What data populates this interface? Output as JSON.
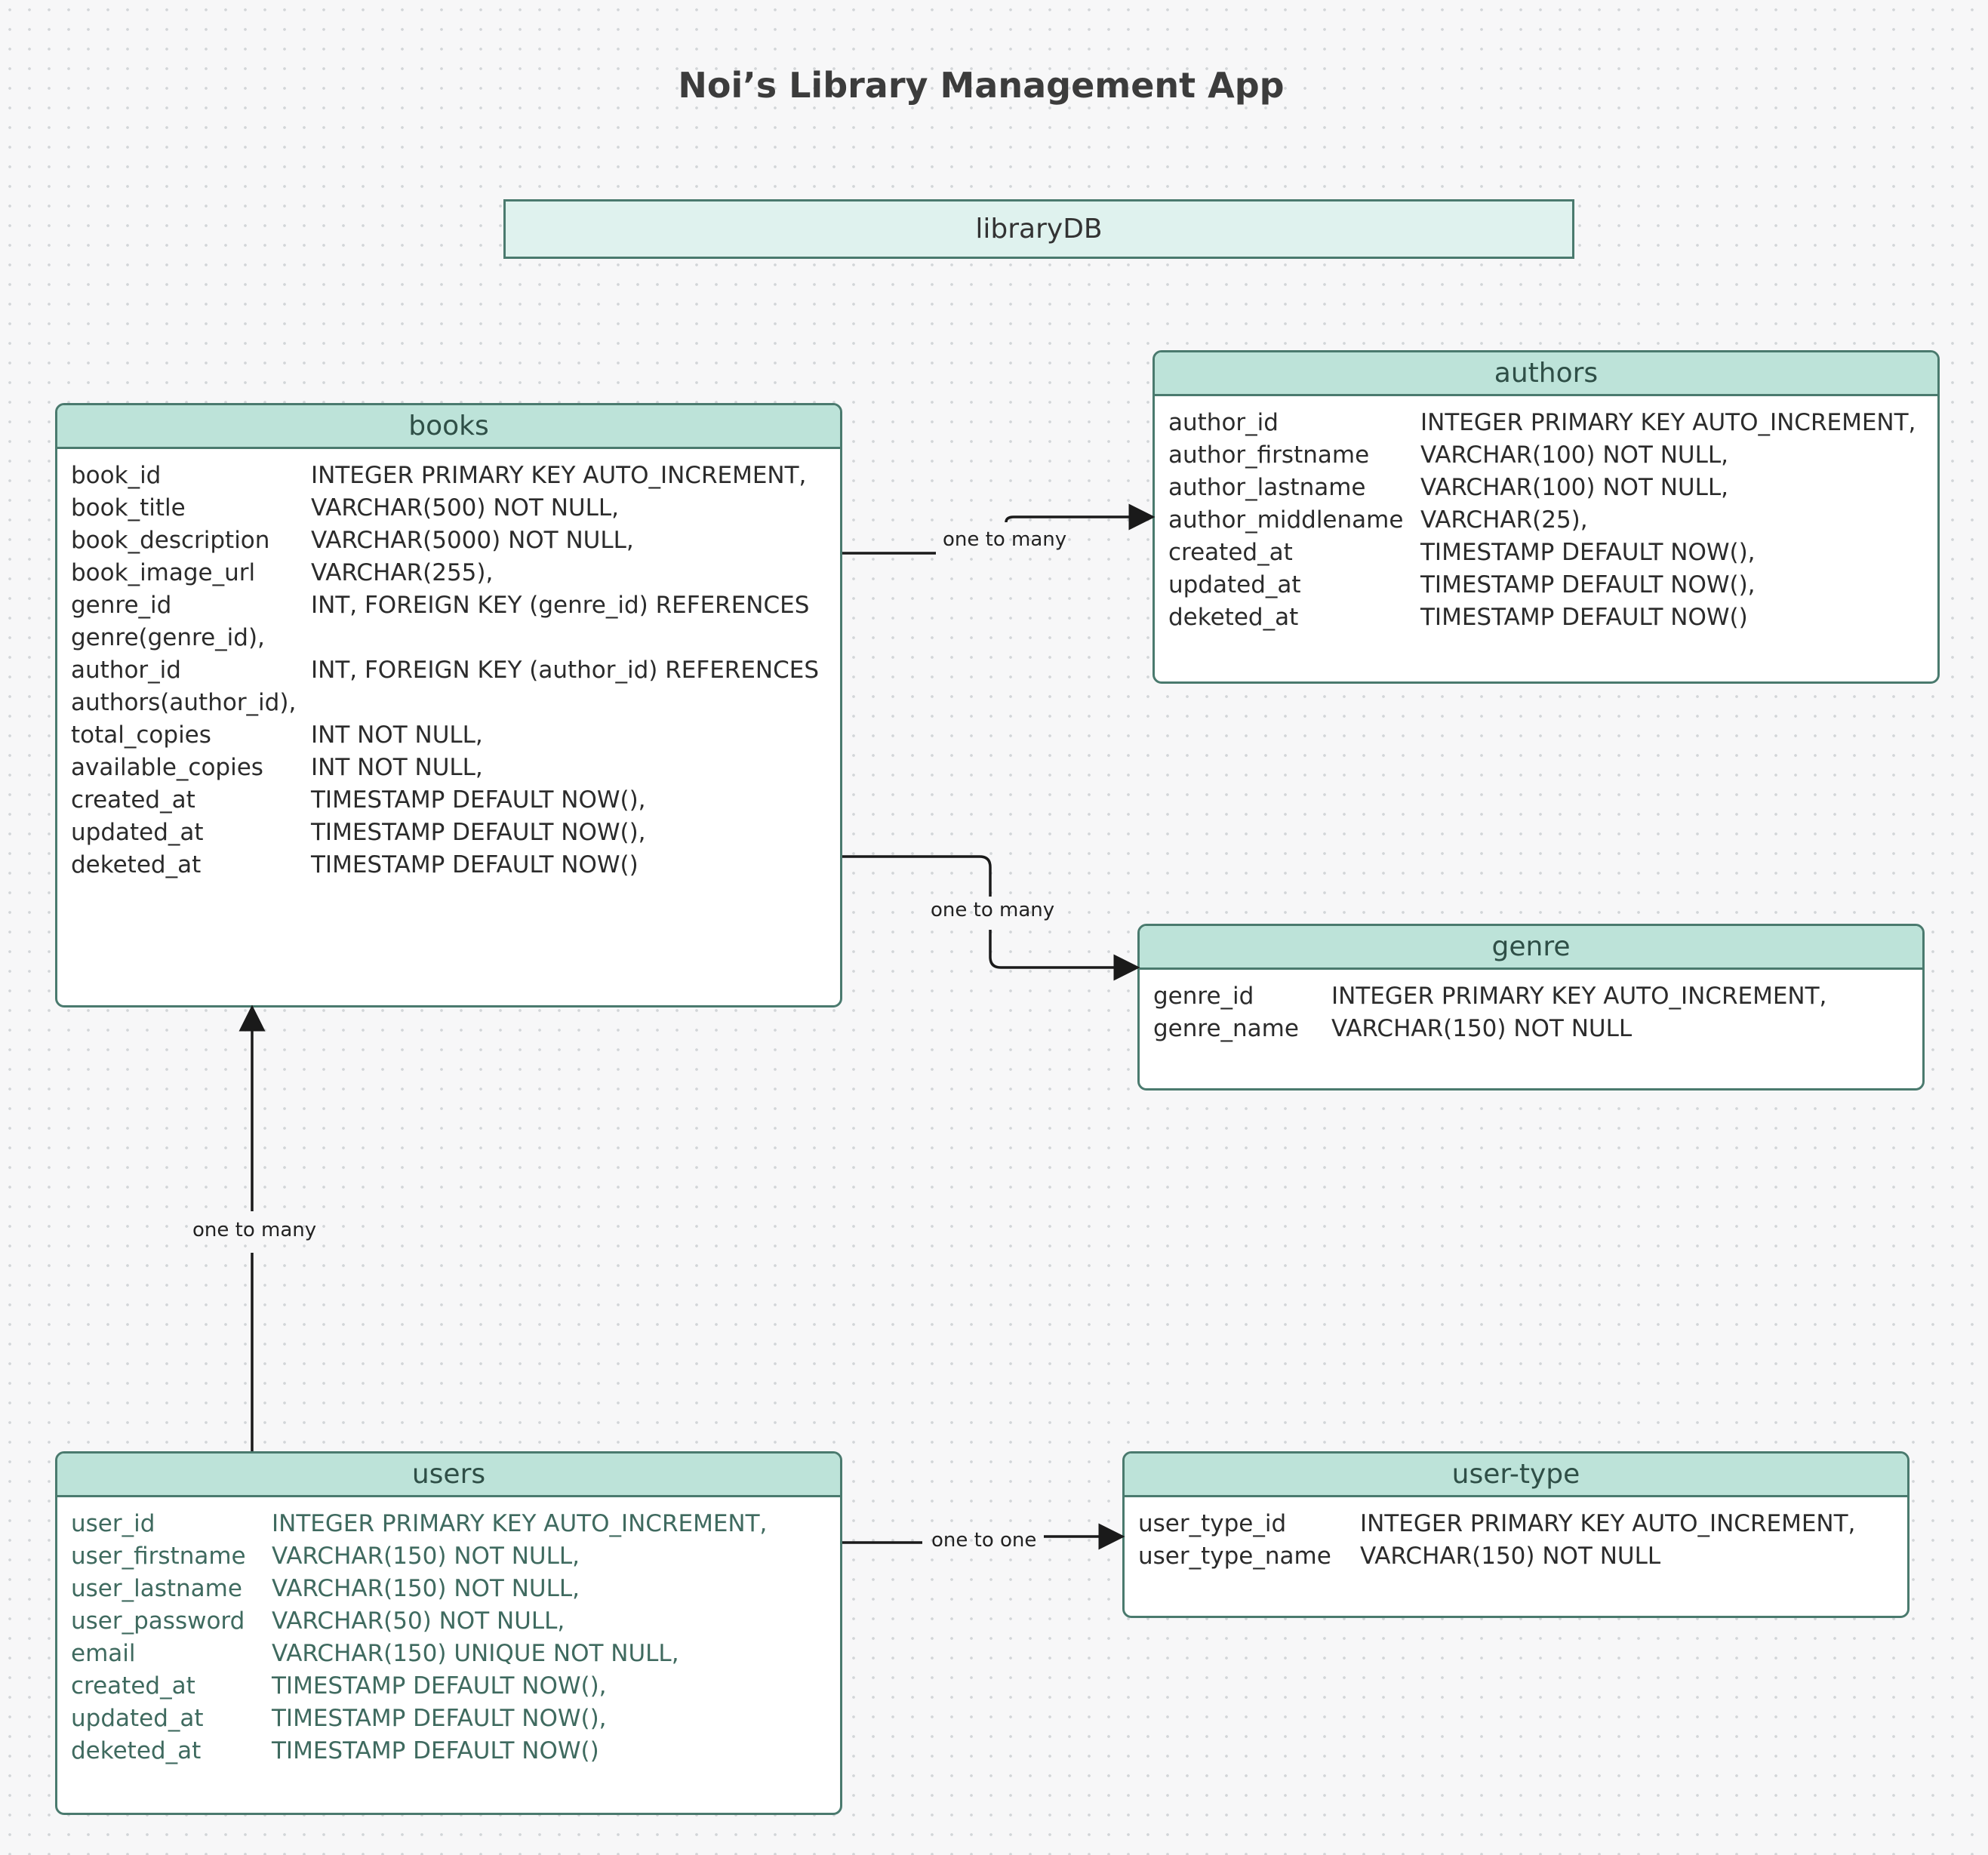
{
  "title": "Noi’s Library Management App",
  "database": {
    "name": "libraryDB"
  },
  "tables": {
    "books": {
      "name": "books",
      "fields": [
        {
          "name": "book_id",
          "def": "INTEGER PRIMARY KEY AUTO_INCREMENT,"
        },
        {
          "name": "book_title",
          "def": "VARCHAR(500) NOT NULL,"
        },
        {
          "name": "book_description",
          "def": "VARCHAR(5000) NOT NULL,"
        },
        {
          "name": "book_image_url",
          "def": "VARCHAR(255),"
        },
        {
          "name": "genre_id",
          "def": "INT,   FOREIGN KEY (genre_id) REFERENCES",
          "cont": "genre(genre_id),"
        },
        {
          "name": "author_id",
          "def": "INT,   FOREIGN KEY (author_id) REFERENCES",
          "cont": "authors(author_id),"
        },
        {
          "name": "total_copies",
          "def": "INT NOT NULL,"
        },
        {
          "name": "available_copies",
          "def": "INT NOT NULL,"
        },
        {
          "name": "created_at",
          "def": "TIMESTAMP DEFAULT NOW(),"
        },
        {
          "name": "updated_at",
          "def": "TIMESTAMP DEFAULT NOW(),"
        },
        {
          "name": "deketed_at",
          "def": "TIMESTAMP DEFAULT NOW()"
        }
      ]
    },
    "authors": {
      "name": "authors",
      "fields": [
        {
          "name": "author_id",
          "def": "INTEGER PRIMARY KEY AUTO_INCREMENT,"
        },
        {
          "name": "author_firstname",
          "def": "VARCHAR(100) NOT NULL,"
        },
        {
          "name": "author_lastname",
          "def": "VARCHAR(100) NOT NULL,"
        },
        {
          "name": "author_middlename",
          "def": "VARCHAR(25),"
        },
        {
          "name": "created_at",
          "def": "TIMESTAMP DEFAULT NOW(),"
        },
        {
          "name": "updated_at",
          "def": "TIMESTAMP DEFAULT NOW(),"
        },
        {
          "name": "deketed_at",
          "def": "TIMESTAMP DEFAULT NOW()"
        }
      ]
    },
    "genre": {
      "name": "genre",
      "fields": [
        {
          "name": "genre_id",
          "def": "INTEGER PRIMARY KEY AUTO_INCREMENT,"
        },
        {
          "name": "genre_name",
          "def": "VARCHAR(150) NOT NULL"
        }
      ]
    },
    "users": {
      "name": "users",
      "fields": [
        {
          "name": "user_id",
          "def": "INTEGER PRIMARY KEY AUTO_INCREMENT,"
        },
        {
          "name": "user_firstname",
          "def": "VARCHAR(150) NOT NULL,"
        },
        {
          "name": "user_lastname",
          "def": "VARCHAR(150) NOT NULL,"
        },
        {
          "name": "user_password",
          "def": "VARCHAR(50) NOT NULL,"
        },
        {
          "name": "email",
          "def": "VARCHAR(150) UNIQUE NOT NULL,"
        },
        {
          "name": "created_at",
          "def": "TIMESTAMP DEFAULT NOW(),"
        },
        {
          "name": "updated_at",
          "def": "TIMESTAMP DEFAULT NOW(),"
        },
        {
          "name": "deketed_at",
          "def": "TIMESTAMP DEFAULT NOW()"
        }
      ]
    },
    "user_type": {
      "name": "user-type",
      "fields": [
        {
          "name": "user_type_id",
          "def": "INTEGER PRIMARY KEY AUTO_INCREMENT,"
        },
        {
          "name": "user_type_name",
          "def": "VARCHAR(150) NOT NULL"
        }
      ]
    }
  },
  "relationships": [
    {
      "from": "books",
      "to": "authors",
      "label": "one to many"
    },
    {
      "from": "books",
      "to": "genre",
      "label": "one to many"
    },
    {
      "from": "users",
      "to": "books",
      "label": "one to many"
    },
    {
      "from": "users",
      "to": "user-type",
      "label": "one to one"
    }
  ],
  "colors": {
    "header_fill": "#bde3d9",
    "border": "#4a7a6e",
    "db_fill": "#dff2ee",
    "users_text": "#3f6a5f"
  }
}
